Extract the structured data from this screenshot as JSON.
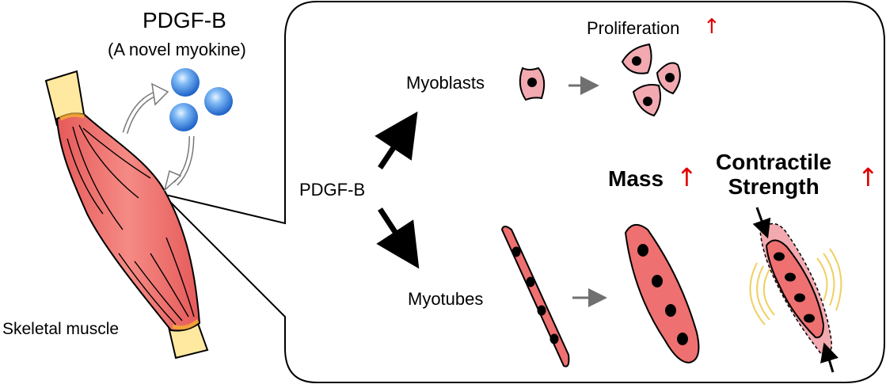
{
  "figure": {
    "title": "PDGF-B",
    "subtitle": "(A novel myokine)",
    "muscle_label": "Skeletal muscle",
    "center_label": "PDGF-B",
    "myoblasts_label": "Myoblasts",
    "myotubes_label": "Myotubes",
    "proliferation_label": "Proliferation",
    "mass_label": "Mass",
    "contractile_line1": "Contractile",
    "contractile_line2": "Strength",
    "increase_glyph": "↑"
  },
  "colors": {
    "muscle_fill": "#f07a78",
    "tendon_fill": "#ffe9a0",
    "cell_fill": "#f2a9b0",
    "myotube_fill": "#ee7070",
    "nucleus": "#000000",
    "sphere": "#3a8fe8",
    "increase_arrow": "#e00000",
    "vibration_lines": "#f0d060"
  }
}
